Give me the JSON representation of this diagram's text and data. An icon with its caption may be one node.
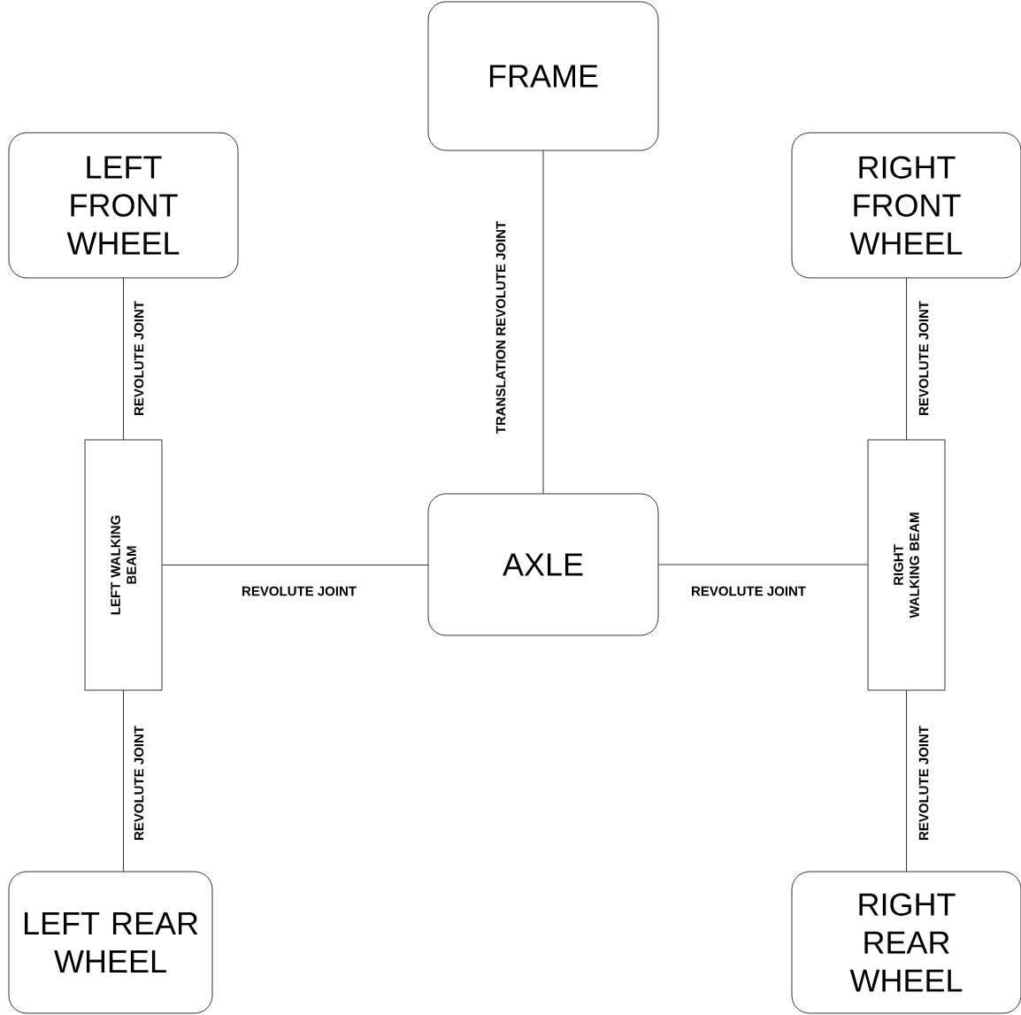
{
  "diagram": {
    "nodes": [
      {
        "text": [
          "FRAME"
        ]
      },
      {
        "text": [
          "LEFT FRONT WHEEL"
        ]
      },
      {
        "text": [
          "RIGHT FRONT WHEEL"
        ]
      },
      {
        "text": [
          "LEFT WALKING BEAM"
        ]
      },
      {
        "text": [
          "AXLE"
        ]
      },
      {
        "text": [
          "RIGHT WALKING BEAM"
        ]
      },
      {
        "text": [
          "LEFT REAR WHEEL"
        ]
      },
      {
        "text": [
          "RIGHT REAR WHEEL"
        ]
      }
    ],
    "edges": [
      {
        "from": 0,
        "to": 4,
        "arrow": "none",
        "label": "TRANSLATION REVOLUTE JOINT"
      },
      {
        "from": 1,
        "to": 3,
        "arrow": "none",
        "label": "REVOLUTE JOINT"
      },
      {
        "from": 2,
        "to": 5,
        "arrow": "none",
        "label": "REVOLUTE JOINT"
      },
      {
        "from": 3,
        "to": 4,
        "arrow": "none",
        "label": "REVOLUTE JOINT"
      },
      {
        "from": 4,
        "to": 5,
        "arrow": "none",
        "label": "REVOLUTE JOINT"
      },
      {
        "from": 3,
        "to": 6,
        "arrow": "none",
        "label": "REVOLUTE JOINT"
      },
      {
        "from": 5,
        "to": 7,
        "arrow": "none",
        "label": "REVOLUTE JOINT"
      }
    ]
  }
}
